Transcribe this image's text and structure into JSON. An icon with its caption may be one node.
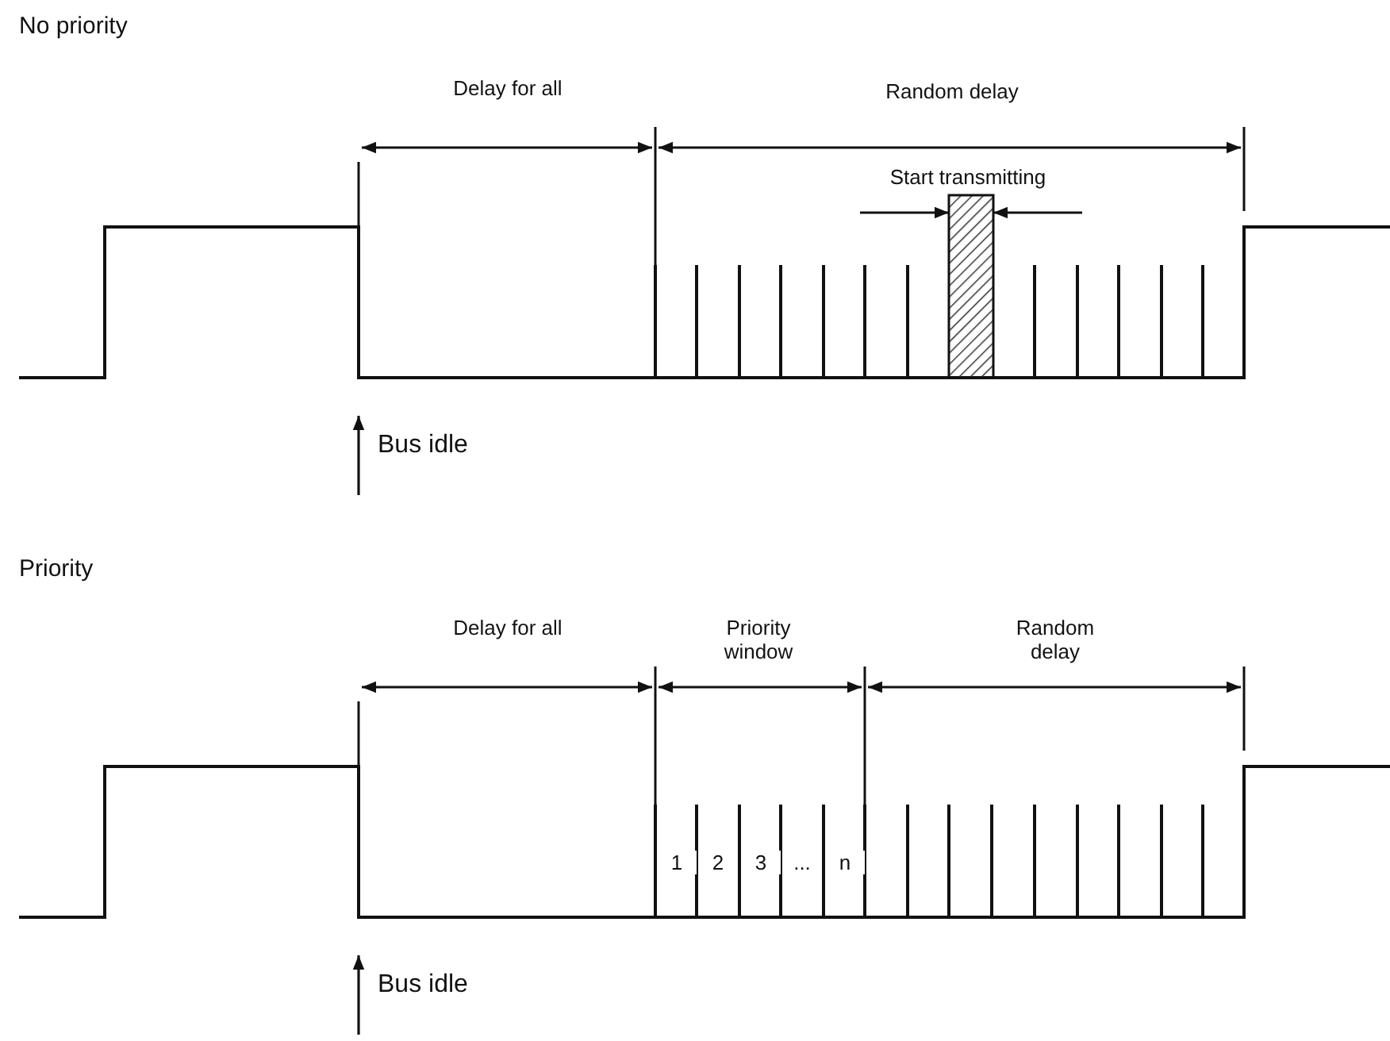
{
  "diagram": {
    "labels": [
      "No priority",
      "Delay for all",
      "Random delay",
      "Start transmitting",
      "Bus idle",
      "Priority",
      "Delay for all",
      "Priority window",
      "Random delay",
      "1",
      "2",
      "3",
      "...",
      "n",
      "Bus idle"
    ]
  }
}
